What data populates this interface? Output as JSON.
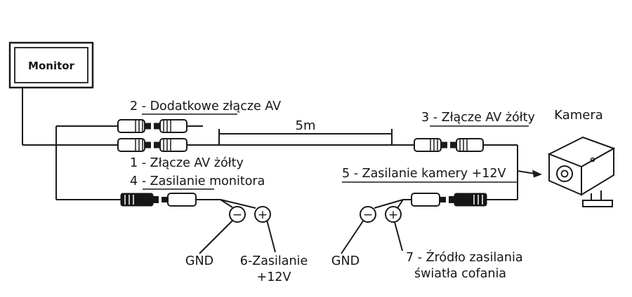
{
  "diagram": {
    "monitor": {
      "label": "Monitor"
    },
    "camera": {
      "label": "Kamera"
    },
    "cable": {
      "length_label": "5m"
    },
    "labels": {
      "av_extra": "2 - Dodatkowe złącze AV",
      "av_yellow_monitor": "1 - Złącze AV żółty",
      "av_yellow_camera": "3 - Złącze AV żółty",
      "monitor_power": "4 - Zasilanie monitora",
      "camera_power": "5 - Zasilanie kamery +12V",
      "gnd_left": "GND",
      "gnd_right": "GND",
      "power_6_line1": "6-Zasilanie",
      "power_6_line2": "+12V",
      "power_7_line1": "7 - Źródło zasilania",
      "power_7_line2": "światła cofania"
    },
    "symbols": {
      "minus": "−",
      "plus": "+"
    },
    "colors": {
      "line": "#1a1a1a",
      "background": "#ffffff"
    }
  }
}
